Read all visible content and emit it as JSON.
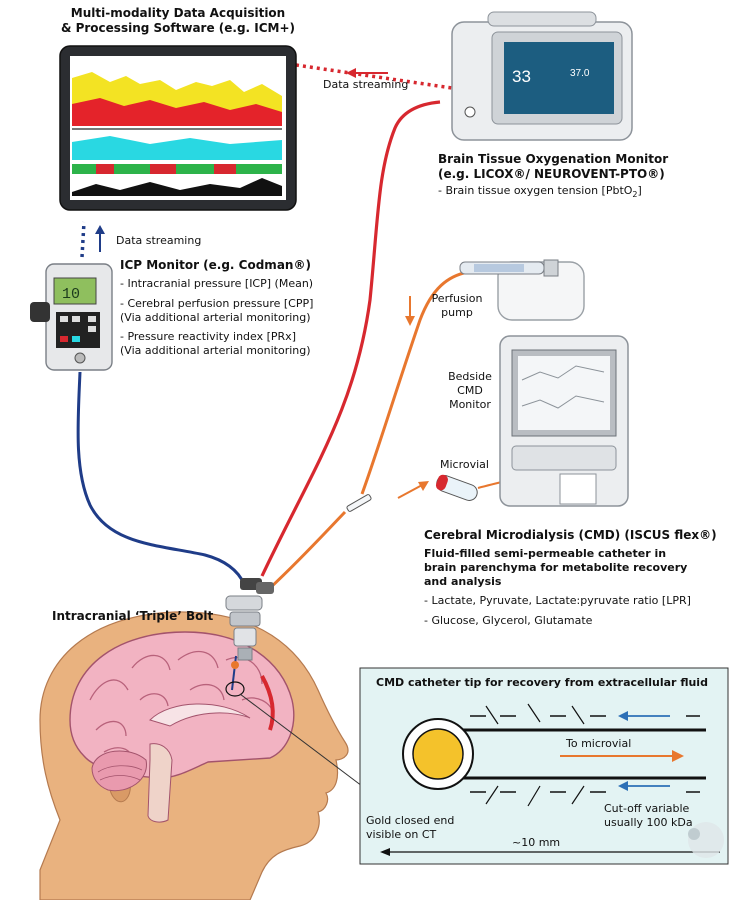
{
  "software": {
    "title_line1": "Multi-modality Data Acquisition",
    "title_line2": "& Processing Software (e.g. ICM+)"
  },
  "streaming": {
    "top_label": "Data streaming",
    "left_label": "Data streaming"
  },
  "oxygen_monitor": {
    "title_line1": "Brain Tissue Oxygenation Monitor",
    "title_line2": "(e.g. LICOX®/ NEUROVENT-PTO®)",
    "item_prefix": "- Brain tissue oxygen tension [PbtO",
    "item_sub": "2",
    "item_suffix": "]",
    "screen_value_left": "33",
    "screen_value_right": "37.0"
  },
  "icp_monitor": {
    "title": "ICP Monitor (e.g. Codman®)",
    "item1": "- Intracranial pressure [ICP] (Mean)",
    "item2_line1": "- Cerebral perfusion pressure [CPP]",
    "item2_line2": "(Via additional arterial monitoring)",
    "item3_line1": "- Pressure reactivity index [PRx]",
    "item3_line2": "(Via additional arterial monitoring)",
    "display_value": "10"
  },
  "perfusion": {
    "line1": "Perfusion",
    "line2": "pump"
  },
  "cmd_monitor": {
    "line1": "Bedside",
    "line2": "CMD",
    "line3": "Monitor"
  },
  "microvial": {
    "label": "Microvial"
  },
  "cmd": {
    "title": "Cerebral Microdialysis (CMD) (ISCUS flex®)",
    "desc_line1": "Fluid-filled semi-permeable catheter in",
    "desc_line2": "brain parenchyma for metabolite recovery",
    "desc_line3": "and analysis",
    "item1": "- Lactate, Pyruvate, Lactate:pyruvate ratio [LPR]",
    "item2": "- Glucose, Glycerol, Glutamate"
  },
  "bolt": {
    "label": "Intracranial ‘Triple’ Bolt"
  },
  "catheter_tip": {
    "title": "CMD catheter tip for recovery from extracellular fluid",
    "to_microvial": "To microvial",
    "gold_line1": "Gold closed end",
    "gold_line2": "visible on CT",
    "cutoff_line1": "Cut-off variable",
    "cutoff_line2": "usually 100 kDa",
    "length": "~10 mm"
  },
  "colors": {
    "red_line": "#d7282f",
    "orange_line": "#e8772e",
    "blue_line": "#1f3c88",
    "panel_bg": "#e3f3f3",
    "gold": "#f4c22b"
  }
}
